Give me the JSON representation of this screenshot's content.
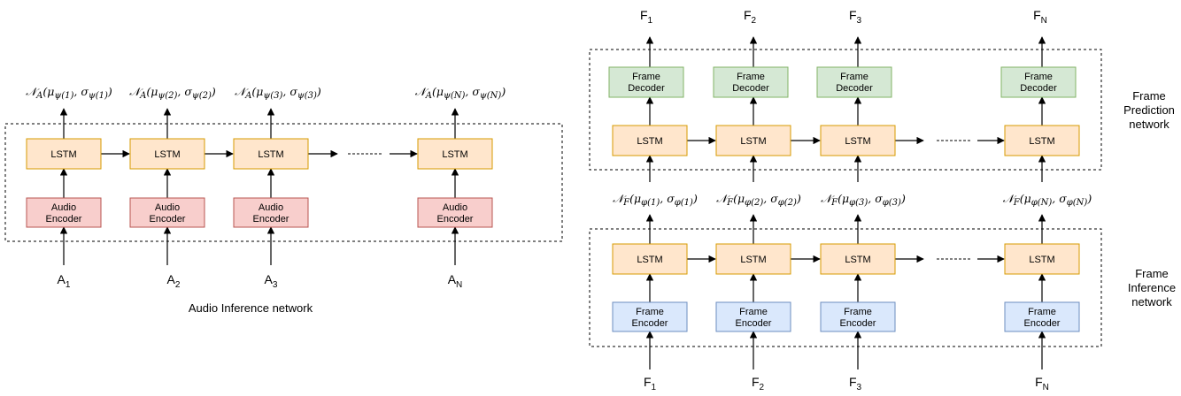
{
  "audio": {
    "caption": "Audio Inference network",
    "encoder_line1": "Audio",
    "encoder_line2": "Encoder",
    "lstm_label": "LSTM",
    "inputs": [
      {
        "base": "A",
        "sub": "1"
      },
      {
        "base": "A",
        "sub": "2"
      },
      {
        "base": "A",
        "sub": "3"
      },
      {
        "base": "A",
        "sub": "N"
      }
    ],
    "outputs": [
      {
        "letter": "A",
        "idx": "ψ(1)"
      },
      {
        "letter": "A",
        "idx": "ψ(2)"
      },
      {
        "letter": "A",
        "idx": "ψ(3)"
      },
      {
        "letter": "A",
        "idx": "ψ(N)"
      }
    ]
  },
  "frame_prediction": {
    "side_label_lines": [
      "Frame",
      "Prediction",
      "network"
    ],
    "decoder_line1": "Frame",
    "decoder_line2": "Decoder",
    "lstm_label": "LSTM",
    "outputs": [
      {
        "base": "F",
        "sub": "1"
      },
      {
        "base": "F",
        "sub": "2"
      },
      {
        "base": "F",
        "sub": "3"
      },
      {
        "base": "F",
        "sub": "N"
      }
    ]
  },
  "frame_inference": {
    "side_label_lines": [
      "Frame",
      "Inference",
      "network"
    ],
    "encoder_line1": "Frame",
    "encoder_line2": "Encoder",
    "lstm_label": "LSTM",
    "inputs": [
      {
        "base": "F",
        "sub": "1"
      },
      {
        "base": "F",
        "sub": "2"
      },
      {
        "base": "F",
        "sub": "3"
      },
      {
        "base": "F",
        "sub": "N"
      }
    ],
    "outputs": [
      {
        "letter": "F",
        "idx": "φ(1)"
      },
      {
        "letter": "F",
        "idx": "φ(2)"
      },
      {
        "letter": "F",
        "idx": "φ(3)"
      },
      {
        "letter": "F",
        "idx": "φ(N)"
      }
    ]
  },
  "colors": {
    "lstm_fill": "#ffe6cc",
    "lstm_stroke": "#d79b00",
    "audio_enc_fill": "#f8cecc",
    "audio_enc_stroke": "#b85450",
    "frame_dec_fill": "#d5e8d4",
    "frame_dec_stroke": "#82b366",
    "frame_enc_fill": "#dae8fc",
    "frame_enc_stroke": "#6c8ebf"
  }
}
